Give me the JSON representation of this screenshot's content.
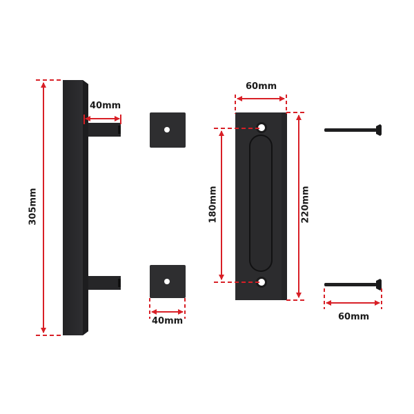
{
  "colors": {
    "dimension": "#d81f26",
    "part": "#2a2a2c",
    "part_edge": "#1a1a1b",
    "part_highlight": "#3a3a3d",
    "label": "#1a1a1a",
    "background": "#ffffff"
  },
  "parts": {
    "handle": {
      "name": "pull-handle",
      "height_label": "305mm",
      "standoff_label": "40mm"
    },
    "spacer_plate": {
      "name": "square-mounting-plate",
      "width_label": "40mm",
      "count_shown": 2
    },
    "flush_pull": {
      "name": "flush-pull-plate",
      "width_label": "60mm",
      "hole_spacing_label": "180mm",
      "height_label": "220mm"
    },
    "screw": {
      "name": "mounting-bolt",
      "length_label": "60mm",
      "count_shown": 2
    }
  }
}
